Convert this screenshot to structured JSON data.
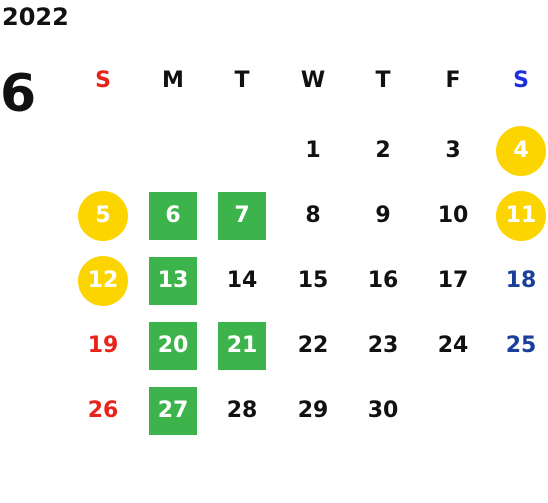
{
  "calendar": {
    "year": "2022",
    "month": "6",
    "weekdays": [
      {
        "label": "S",
        "color": "#e8231a"
      },
      {
        "label": "M",
        "color": "#111111"
      },
      {
        "label": "T",
        "color": "#111111"
      },
      {
        "label": "W",
        "color": "#111111"
      },
      {
        "label": "T",
        "color": "#111111"
      },
      {
        "label": "F",
        "color": "#111111"
      },
      {
        "label": "S",
        "color": "#1c2fe0"
      }
    ],
    "colors": {
      "text": "#111111",
      "sunday": "#e8231a",
      "saturday": "#1a3f9a",
      "circle_highlight": "#fcd400",
      "square_highlight": "#3cb44b"
    },
    "days": [
      {
        "day": "1",
        "weekday": 3,
        "week": 0
      },
      {
        "day": "2",
        "weekday": 4,
        "week": 0
      },
      {
        "day": "3",
        "weekday": 5,
        "week": 0
      },
      {
        "day": "4",
        "weekday": 6,
        "week": 0,
        "highlight": "circle"
      },
      {
        "day": "5",
        "weekday": 0,
        "week": 1,
        "highlight": "circle"
      },
      {
        "day": "6",
        "weekday": 1,
        "week": 1,
        "highlight": "square"
      },
      {
        "day": "7",
        "weekday": 2,
        "week": 1,
        "highlight": "square"
      },
      {
        "day": "8",
        "weekday": 3,
        "week": 1
      },
      {
        "day": "9",
        "weekday": 4,
        "week": 1
      },
      {
        "day": "10",
        "weekday": 5,
        "week": 1
      },
      {
        "day": "11",
        "weekday": 6,
        "week": 1,
        "highlight": "circle"
      },
      {
        "day": "12",
        "weekday": 0,
        "week": 2,
        "highlight": "circle"
      },
      {
        "day": "13",
        "weekday": 1,
        "week": 2,
        "highlight": "square"
      },
      {
        "day": "14",
        "weekday": 2,
        "week": 2
      },
      {
        "day": "15",
        "weekday": 3,
        "week": 2
      },
      {
        "day": "16",
        "weekday": 4,
        "week": 2
      },
      {
        "day": "17",
        "weekday": 5,
        "week": 2
      },
      {
        "day": "18",
        "weekday": 6,
        "week": 2
      },
      {
        "day": "19",
        "weekday": 0,
        "week": 3
      },
      {
        "day": "20",
        "weekday": 1,
        "week": 3,
        "highlight": "square"
      },
      {
        "day": "21",
        "weekday": 2,
        "week": 3,
        "highlight": "square"
      },
      {
        "day": "22",
        "weekday": 3,
        "week": 3
      },
      {
        "day": "23",
        "weekday": 4,
        "week": 3
      },
      {
        "day": "24",
        "weekday": 5,
        "week": 3
      },
      {
        "day": "25",
        "weekday": 6,
        "week": 3
      },
      {
        "day": "26",
        "weekday": 0,
        "week": 4
      },
      {
        "day": "27",
        "weekday": 1,
        "week": 4,
        "highlight": "square"
      },
      {
        "day": "28",
        "weekday": 2,
        "week": 4
      },
      {
        "day": "29",
        "weekday": 3,
        "week": 4
      },
      {
        "day": "30",
        "weekday": 4,
        "week": 4
      }
    ]
  }
}
